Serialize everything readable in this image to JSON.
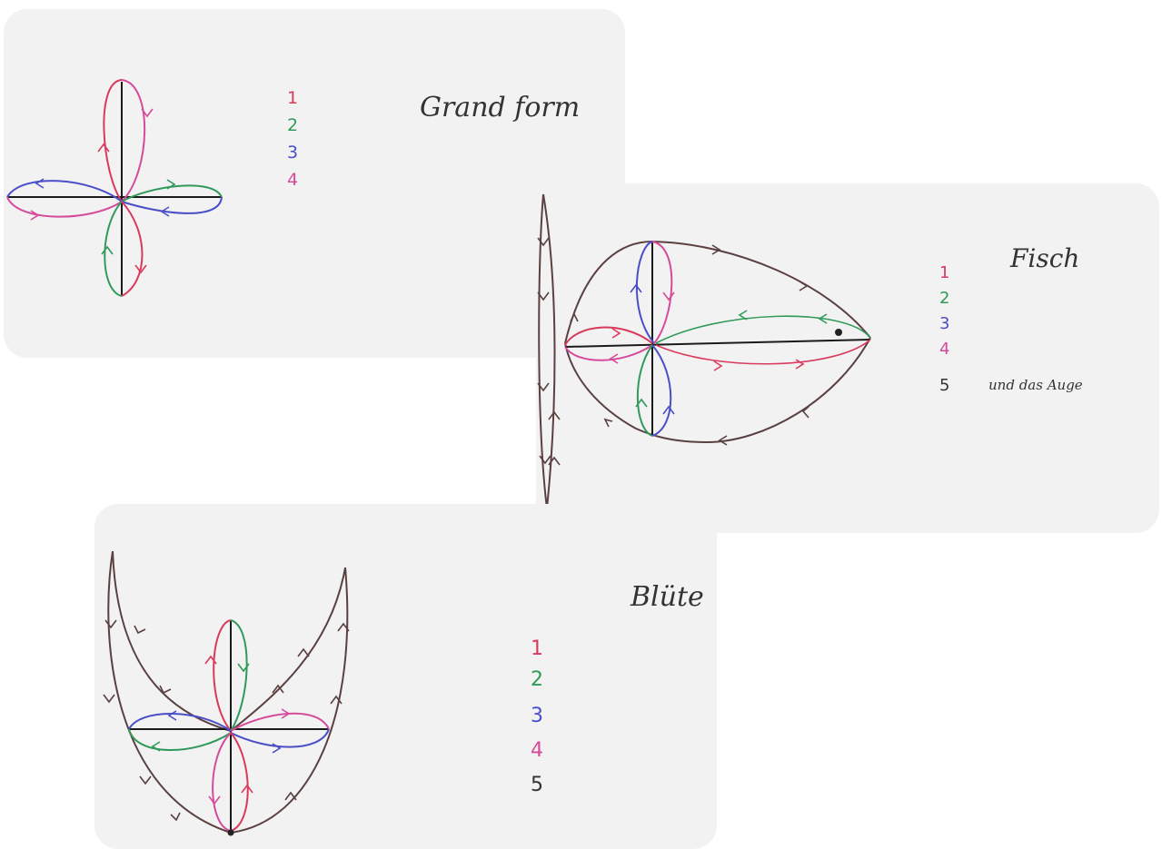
{
  "cards": {
    "grundform": {
      "title": "Grand form",
      "legend": [
        "1",
        "2",
        "3",
        "4"
      ]
    },
    "fisch": {
      "title": "Fisch",
      "legend": [
        "1",
        "2",
        "3",
        "4",
        "5"
      ],
      "legend_note": "und das Auge"
    },
    "bluete": {
      "title": "Blüte",
      "legend": [
        "1",
        "2",
        "3",
        "4",
        "5"
      ]
    }
  },
  "colors": {
    "loop_1": "#d93a5c",
    "loop_2": "#2f9a5a",
    "loop_3": "#4a4fc8",
    "loop_4": "#d54a9a",
    "loop_5": "#5a4040",
    "axis": "#1a1a1a",
    "card_bg": "#f2f2f2"
  }
}
